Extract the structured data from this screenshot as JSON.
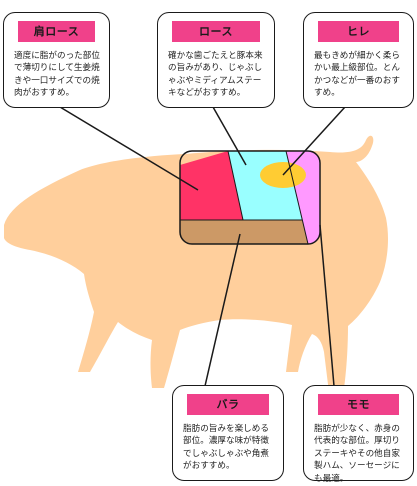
{
  "colors": {
    "pig": "#ffcf9c",
    "title_bg": "#f0418a",
    "kata_rosu": "#ff3366",
    "rosu": "#99ffff",
    "hire": "#ffcc33",
    "momo": "#ff99ff",
    "bara": "#cc9966",
    "outline": "#1a1a1a"
  },
  "cards": {
    "kata_rosu": {
      "title": "肩ロース",
      "desc": "適度に脂がのった部位で薄切りにして生姜焼きや一口サイズでの焼肉がおすすめ。"
    },
    "rosu": {
      "title": "ロース",
      "desc": "確かな歯ごたえと豚本来の旨みがあり、じゃぶしゃぶやミディアムステーキなどがおすすめ。"
    },
    "hire": {
      "title": "ヒレ",
      "desc": "最もきめが細かく柔らかい最上級部位。とんかつなどが一番のおすすめ。"
    },
    "bara": {
      "title": "バラ",
      "desc": "脂肪の旨みを楽しめる部位。濃厚な味が特徴でしゃぶしゃぶや角煮がおすすめ。"
    },
    "momo": {
      "title": "モモ",
      "desc": "脂肪が少なく、赤身の代表的な部位。厚切りステーキやその他自家製ハム、ソーセージにも最適。"
    }
  }
}
